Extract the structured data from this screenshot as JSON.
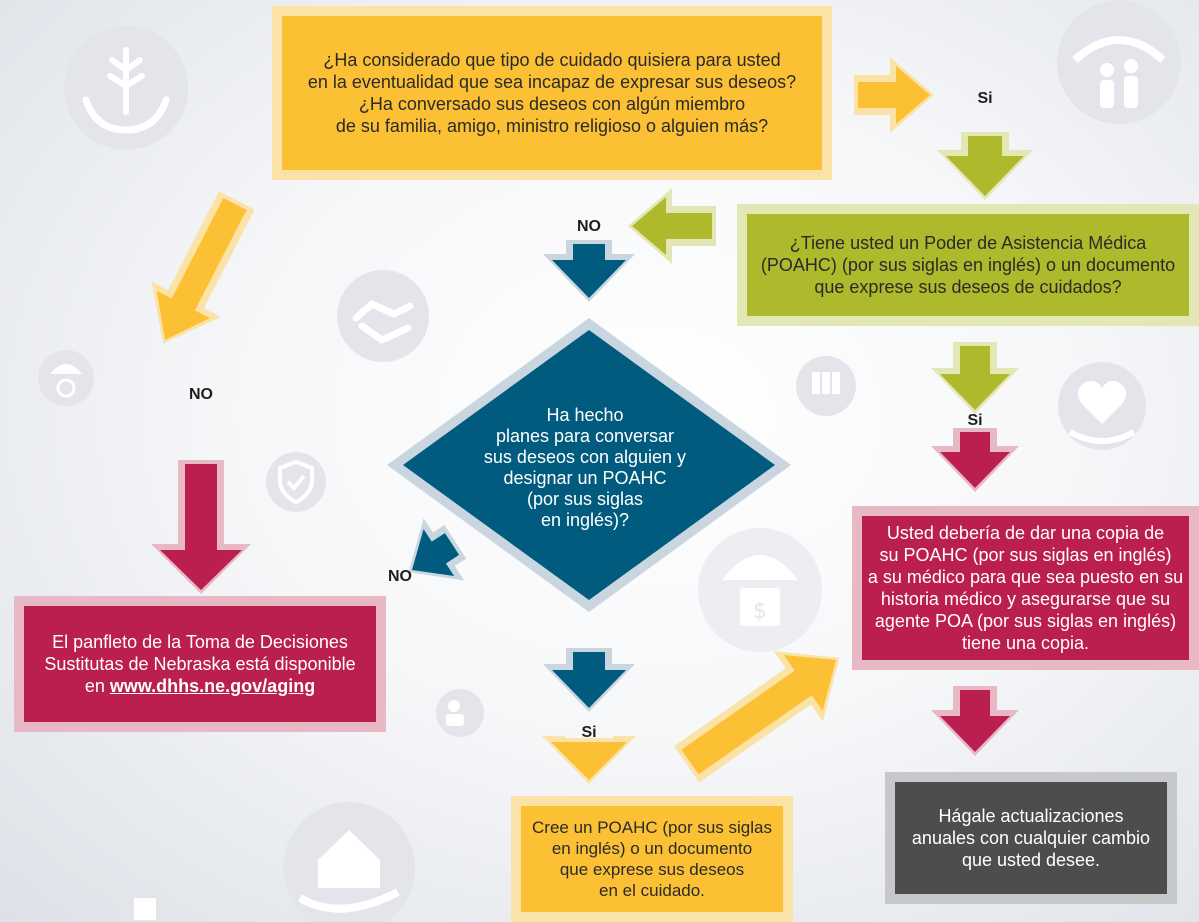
{
  "boxes": {
    "q1": "¿Ha considerado que tipo de cuidado quisiera para usted\nen la eventualidad que sea incapaz de expresar sus deseos?\n¿Ha conversado sus deseos con algún miembro\nde su familia, amigo, ministro religioso o alguien más?",
    "q2": "¿Tiene usted un Poder de Asistencia Médica\n(POAHC) (por sus siglas en inglés) o un documento\nque exprese sus deseos de cuidados?",
    "diamond": "Ha hecho\nplanes para conversar\nsus deseos con alguien y\ndesignar un POAHC\n(por sus siglas\nen inglés)?",
    "copy": "Usted debería de dar una copia de\nsu POAHC (por sus siglas en inglés)\na su médico para que sea puesto en su\nhistoria médico y asegurarse que su\nagente POA (por sus siglas en inglés)\ntiene una copia.",
    "pamphlet_text": "El panfleto de la Toma de Decisiones\nSustitutas de Nebraska está disponible\nen ",
    "pamphlet_link": "www.dhhs.ne.gov/aging",
    "update": "Hágale actualizaciones\nanuales con cualquier cambio\nque usted desee.",
    "create": "Cree un POAHC (por sus siglas\nen inglés) o un documento\nque exprese sus deseos\nen el cuidado."
  },
  "labels": {
    "si_top": "Si",
    "no_mid": "NO",
    "no_left": "NO",
    "si_right": "Si",
    "no_diamond": "NO",
    "si_bottom": "Si"
  },
  "colors": {
    "yellow": "#fcc034",
    "green": "#aeba2c",
    "red": "#bb1f50",
    "teal": "#005b7f",
    "gray": "#4d4d4f"
  },
  "icons": [
    "hands-plant-icon",
    "family-protection-icon",
    "handshake-icon",
    "umbrella-clock-icon",
    "shield-check-icon",
    "hands-binders-icon",
    "heart-care-icon",
    "umbrella-money-icon",
    "person-document-icon",
    "home-hand-icon",
    "document-icon"
  ]
}
